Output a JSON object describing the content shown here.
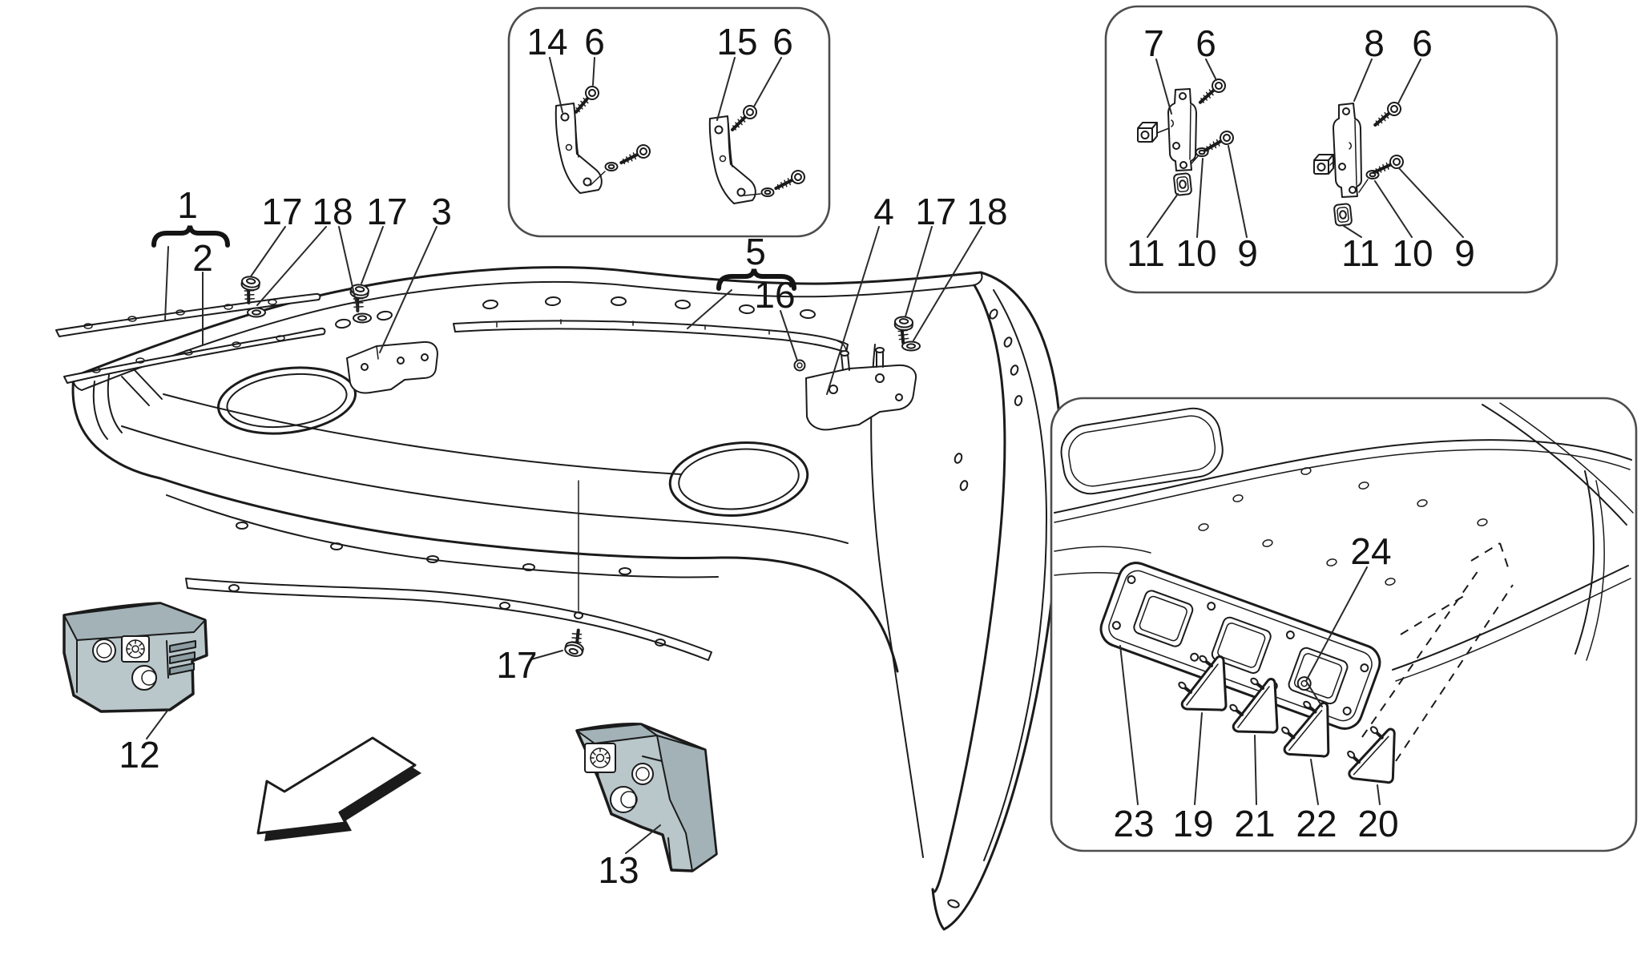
{
  "figure": {
    "colors": {
      "bg": "#ffffff",
      "line": "#1b1b1b",
      "leader": "#2a2a2a",
      "box-border": "#4d4d4d",
      "part-fill": "#b9c6ca",
      "part-shade": "#a2b2b7",
      "part-dark": "#8d9da3"
    }
  },
  "main_view": {
    "callouts": [
      {
        "label": "1"
      },
      {
        "label": "2"
      },
      {
        "label": "17"
      },
      {
        "label": "18"
      },
      {
        "label": "17"
      },
      {
        "label": "3"
      },
      {
        "label": "5"
      },
      {
        "label": "16"
      },
      {
        "label": "4"
      },
      {
        "label": "17"
      },
      {
        "label": "18"
      },
      {
        "label": "17"
      },
      {
        "label": "12"
      },
      {
        "label": "13"
      }
    ]
  },
  "inset_top_center": {
    "callouts": [
      {
        "label": "14"
      },
      {
        "label": "6"
      },
      {
        "label": "15"
      },
      {
        "label": "6"
      }
    ]
  },
  "inset_top_right": {
    "callouts": [
      {
        "label": "7"
      },
      {
        "label": "6"
      },
      {
        "label": "8"
      },
      {
        "label": "6"
      },
      {
        "label": "11"
      },
      {
        "label": "10"
      },
      {
        "label": "9"
      },
      {
        "label": "11"
      },
      {
        "label": "10"
      },
      {
        "label": "9"
      }
    ]
  },
  "inset_bottom_right": {
    "callouts": [
      {
        "label": "24"
      },
      {
        "label": "23"
      },
      {
        "label": "19"
      },
      {
        "label": "21"
      },
      {
        "label": "22"
      },
      {
        "label": "20"
      }
    ]
  }
}
